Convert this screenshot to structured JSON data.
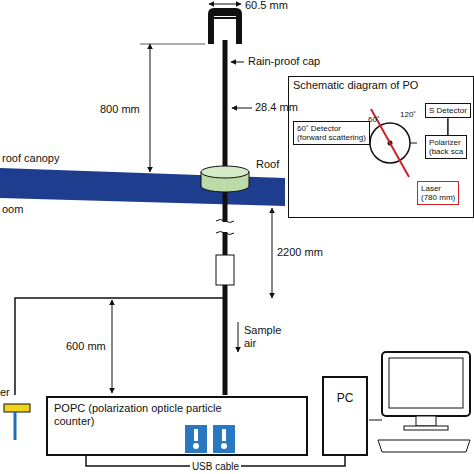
{
  "diagram": {
    "nodes": [
      {
        "text": [
          "Schematic diagram of PO"
        ]
      },
      {
        "text": [
          "60˚ Detector",
          "(forward scattering)"
        ],
        "in": 0
      },
      {
        "text": [
          "S Detector"
        ],
        "in": 0
      },
      {
        "text": [
          "Polarizer",
          "(back sca"
        ],
        "in": 0
      },
      {
        "text": [
          "Laser",
          "(780 mm)"
        ],
        "in": 0
      },
      {
        "text": [
          "POPC (polarization opticle particle counter)"
        ]
      },
      {
        "text": [
          "PC"
        ]
      }
    ],
    "edges": [
      {
        "from": 2,
        "to": 3,
        "arrow": "none"
      },
      {
        "from": 5,
        "to": 6,
        "label": "USB cable",
        "arrow": "none"
      }
    ],
    "labels": [
      "60.5 mm",
      "Rain-proof cap",
      "28.4 mm",
      "800 mm",
      "roof canopy",
      "Roof",
      "oom",
      "2200 mm",
      "600 mm",
      "Sample air",
      "er",
      "60˚",
      "120˚"
    ]
  }
}
